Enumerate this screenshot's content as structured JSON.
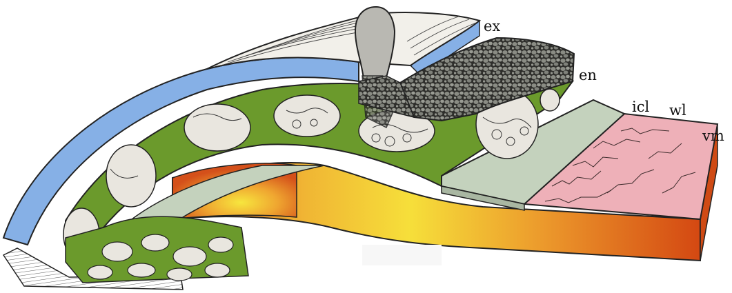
{
  "diagram": {
    "labels": {
      "ex": "ex",
      "en": "en",
      "icl": "icl",
      "wl": "wl",
      "vm": "vm"
    },
    "colors": {
      "exocuticle": "#86b0e6",
      "endocuticle": "#6b9a2c",
      "inner_layer": "#c4d2bd",
      "wall_layer": "#eeb0b8",
      "bottom_gradient_light": "#f6e13a",
      "bottom_gradient_dark": "#d64a12",
      "cell_interior": "#e9e6df",
      "granules": "#7d7f78",
      "outline": "#1a1a1a"
    }
  }
}
